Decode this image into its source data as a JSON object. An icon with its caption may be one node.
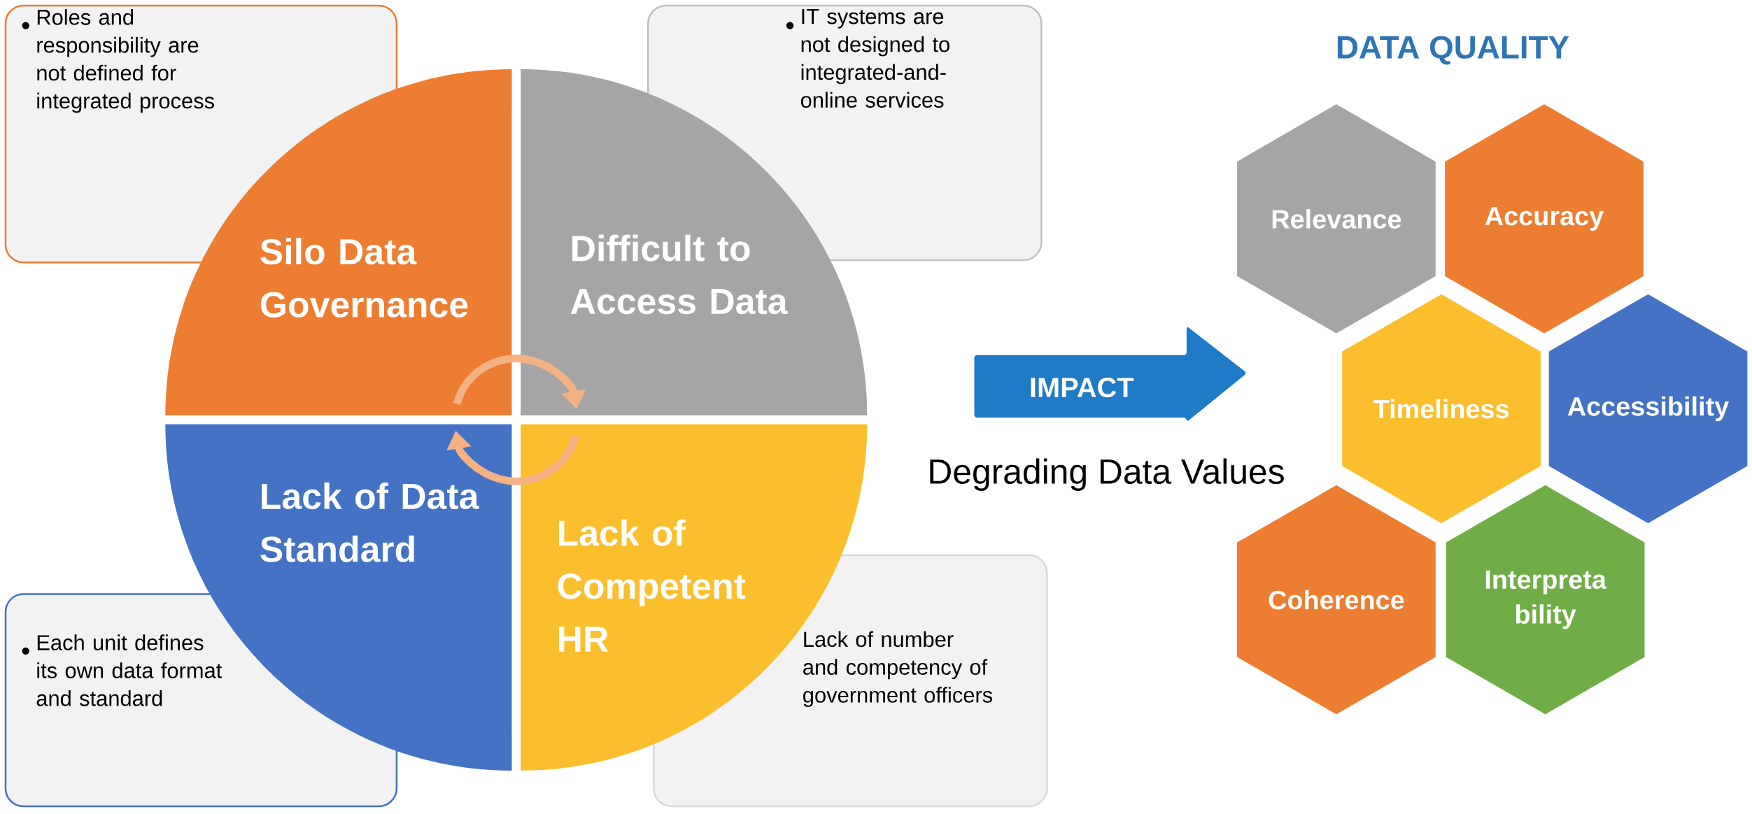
{
  "diagram": {
    "nodes": [
      {
        "text": [
          "Roles and responsibility are not defined for integrated process"
        ]
      },
      {
        "text": [
          "IT systems are not designed to integrated-and-online services"
        ]
      },
      {
        "text": [
          "Silo Data Governance"
        ]
      },
      {
        "text": [
          "Difficult to Access Data"
        ]
      },
      {
        "text": [
          "Lack of Data Standard"
        ]
      },
      {
        "text": [
          "Lack of Competent HR"
        ]
      },
      {
        "text": [
          "Each unit defines its own data format and standard"
        ]
      },
      {
        "text": [
          "Lack of number and competency of government officers"
        ]
      },
      {
        "text": [
          "IMPACT"
        ]
      },
      {
        "text": [
          "Relevance"
        ]
      },
      {
        "text": [
          "Accuracy"
        ]
      },
      {
        "text": [
          "Timeliness"
        ]
      },
      {
        "text": [
          "Accessibility"
        ]
      },
      {
        "text": [
          "Coherence"
        ]
      },
      {
        "text": [
          "Interpreta bility"
        ]
      }
    ],
    "edges": [
      {
        "from": 2,
        "to": 3,
        "arrow": "to"
      },
      {
        "from": 5,
        "to": 4,
        "arrow": "to"
      }
    ],
    "labels": [
      "Degrading Data Values",
      "DATA QUALITY"
    ]
  }
}
